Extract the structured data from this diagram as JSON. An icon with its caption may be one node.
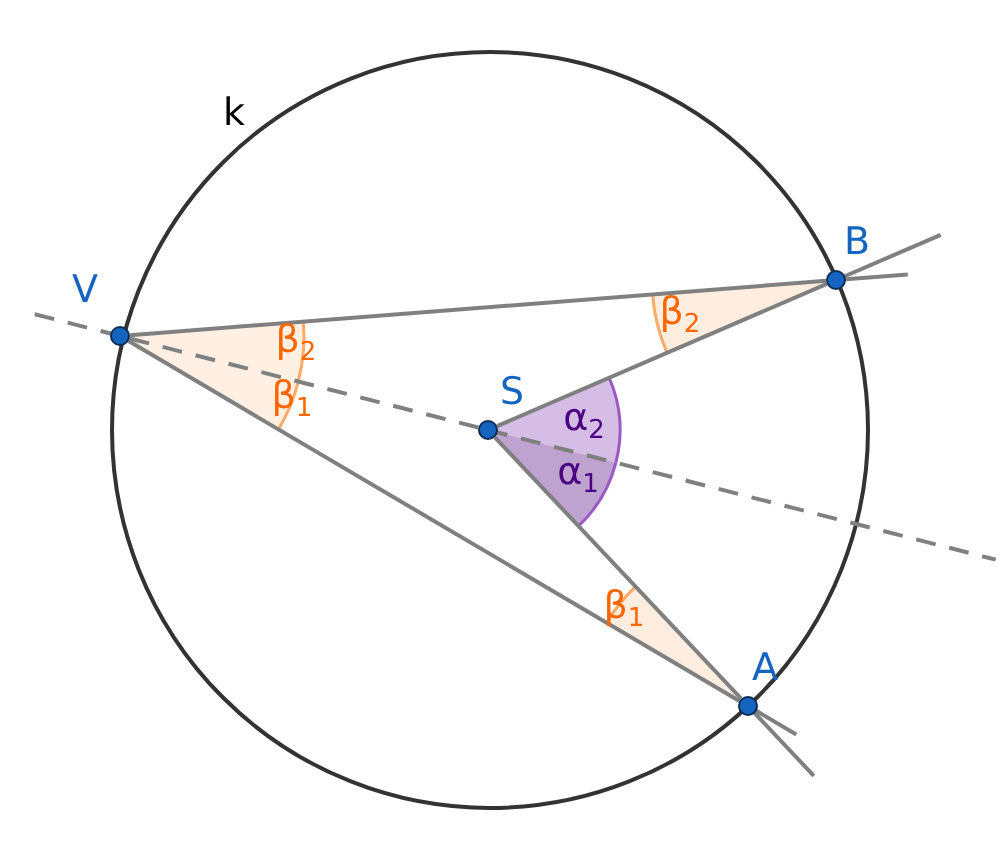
{
  "diagram": {
    "nodes": [
      {
        "text": [
          "V"
        ]
      },
      {
        "text": [
          "S"
        ]
      },
      {
        "text": [
          "B"
        ]
      },
      {
        "text": [
          "A"
        ]
      }
    ],
    "edges": [
      {
        "from": 0,
        "to": 2,
        "arrow": "none"
      },
      {
        "from": 0,
        "to": 3,
        "arrow": "none"
      },
      {
        "from": 1,
        "to": 2,
        "arrow": "none"
      },
      {
        "from": 1,
        "to": 3,
        "arrow": "none"
      },
      {
        "from": 0,
        "to": 1,
        "arrow": "none",
        "style": "dashed"
      }
    ],
    "labels": [
      "k",
      "β$_{2}$",
      "β$_{1}$",
      "β$_{2}$",
      "α$_{2}$",
      "α$_{1}$",
      "β$_{1}$"
    ]
  }
}
